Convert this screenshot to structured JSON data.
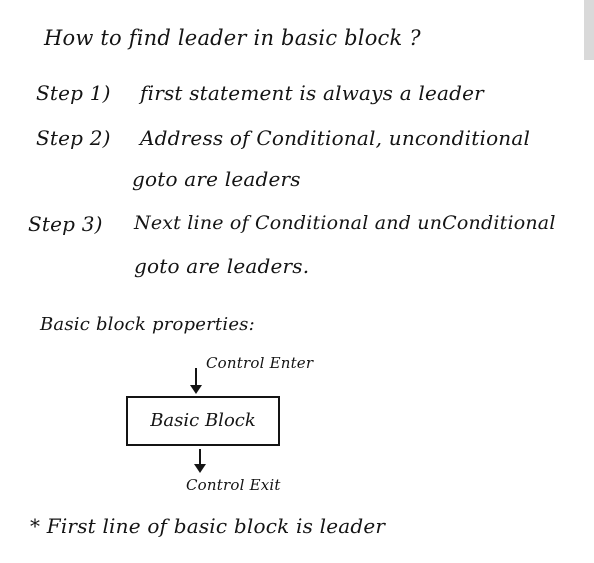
{
  "title": "How to find leader in basic block ?",
  "steps": [
    {
      "label": "Step 1)",
      "text": "first statement is always a leader"
    },
    {
      "label": "Step 2)",
      "text": "Address of Conditional, unconditional",
      "continuation": "goto are leaders"
    },
    {
      "label": "Step 3)",
      "text": "Next line of Conditional and unConditional",
      "continuation": "goto are leaders."
    }
  ],
  "properties_heading": "Basic block properties:",
  "diagram": {
    "entry_label": "Control Enter",
    "block_label": "Basic Block",
    "exit_label": "Control Exit"
  },
  "note": "* First line of basic block is leader"
}
